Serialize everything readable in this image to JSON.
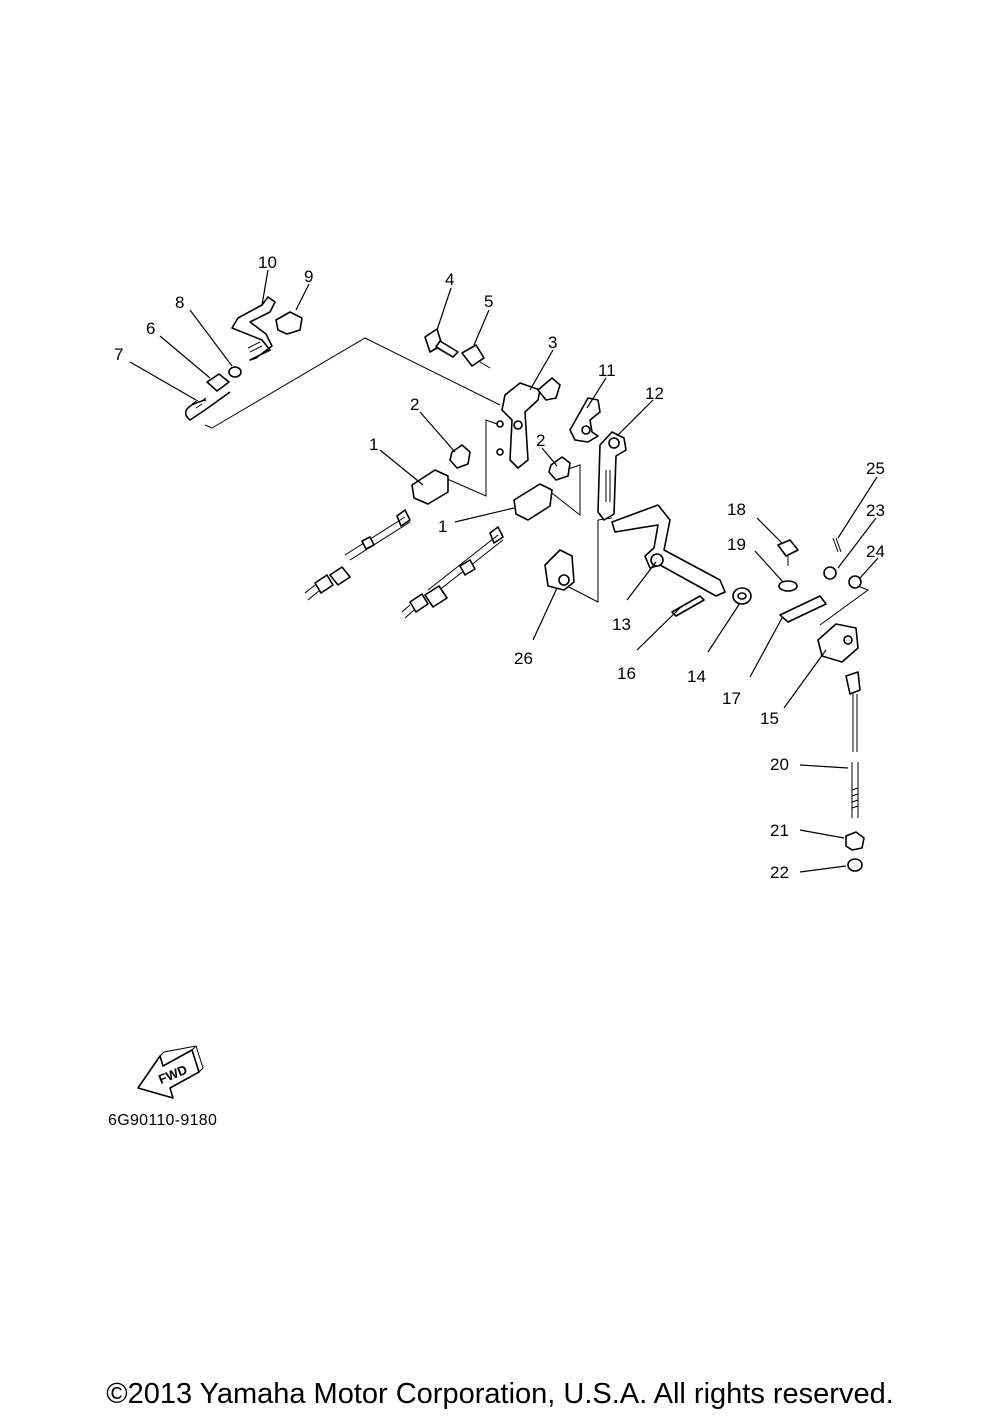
{
  "diagram": {
    "part_labels": [
      "1",
      "2",
      "3",
      "4",
      "5",
      "6",
      "7",
      "8",
      "9",
      "10",
      "11",
      "12",
      "13",
      "14",
      "15",
      "16",
      "17",
      "18",
      "19",
      "20",
      "21",
      "22",
      "23",
      "24",
      "25",
      "26"
    ],
    "label_2_second": "2",
    "label_1_second": "1",
    "fwd_text": "FWD",
    "drawing_code": "6G90110-9180"
  },
  "footer": {
    "copyright": "©2013 Yamaha Motor Corporation, U.S.A. All rights reserved."
  }
}
